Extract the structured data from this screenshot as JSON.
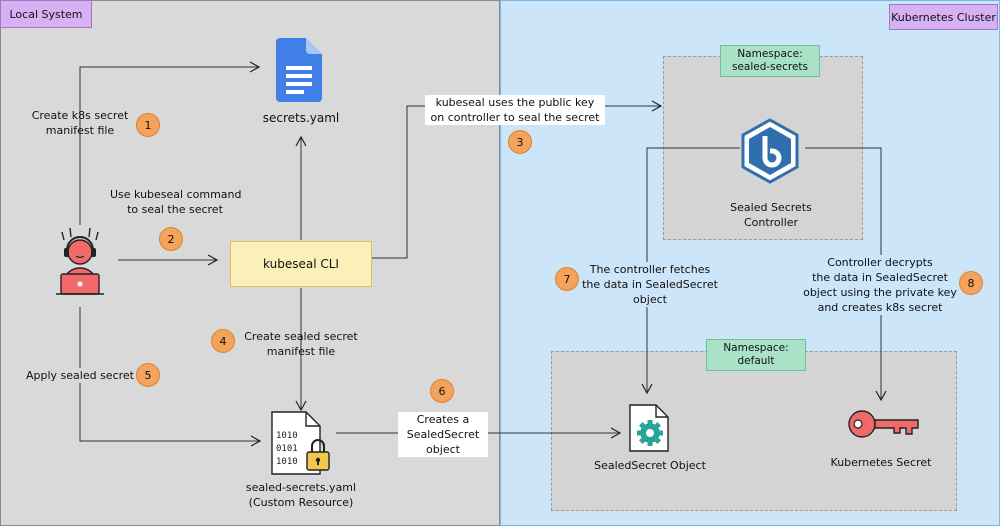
{
  "panels": {
    "local_title": "Local System",
    "cluster_title": "Kubernetes Cluster"
  },
  "namespaces": {
    "sealed": {
      "line1": "Namespace:",
      "line2": "sealed-secrets"
    },
    "default": {
      "line1": "Namespace:",
      "line2": "default"
    }
  },
  "nodes": {
    "secrets_yaml": "secrets.yaml",
    "kubeseal_cli": "kubeseal CLI",
    "sealed_yaml_line1": "sealed-secrets.yaml",
    "sealed_yaml_line2": "(Custom Resource)",
    "controller_line1": "Sealed Secrets",
    "controller_line2": "Controller",
    "sealedsecret_object": "SealedSecret Object",
    "k8s_secret": "Kubernetes Secret"
  },
  "steps": [
    {
      "num": "1",
      "lines": [
        "Create k8s secret",
        "manifest file"
      ]
    },
    {
      "num": "2",
      "lines": [
        "Use kubeseal command",
        "to seal the secret"
      ]
    },
    {
      "num": "3",
      "lines": [
        "kubeseal uses the public key",
        "on controller to seal the secret"
      ]
    },
    {
      "num": "4",
      "lines": [
        "Create sealed secret",
        "manifest file"
      ]
    },
    {
      "num": "5",
      "lines": [
        "Apply sealed secret"
      ]
    },
    {
      "num": "6",
      "lines": [
        "Creates a",
        "SealedSecret",
        "object"
      ]
    },
    {
      "num": "7",
      "lines": [
        "The controller fetches",
        "the data in SealedSecret",
        "object"
      ]
    },
    {
      "num": "8",
      "lines": [
        "Controller decrypts",
        "the data in SealedSecret",
        "object using the private key",
        "and creates k8s secret"
      ]
    }
  ],
  "colors": {
    "local_bg": "#d9d9d9",
    "cluster_bg": "#cce5f9",
    "tag_purple": "#d7b1f4",
    "namespace_green": "#a9e2c7",
    "badge_orange": "#f4a35d",
    "cli_yellow": "#fbf0b8",
    "doc_blue": "#3f7fe6",
    "controller_blue": "#2f6fae",
    "key_red": "#f06a6a"
  },
  "icons": [
    "document-icon",
    "user-laptop-icon",
    "binary-lock-file-icon",
    "sealed-secrets-logo-icon",
    "gear-file-icon",
    "key-icon"
  ]
}
